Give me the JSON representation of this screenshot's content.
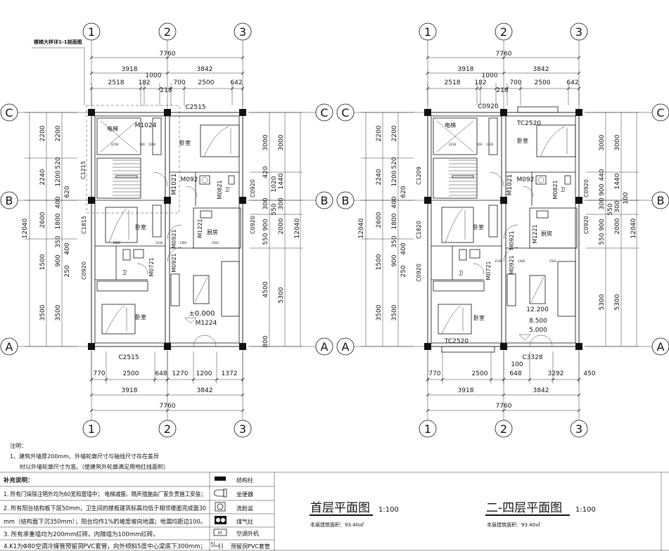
{
  "plans": [
    {
      "id": "ground-floor",
      "axis_cols": [
        "1",
        "2",
        "3"
      ],
      "axis_rows": [
        "C",
        "B",
        "A"
      ],
      "top_dims": {
        "total": "7760",
        "halves": [
          "3918",
          "3842"
        ],
        "detail": [
          "2518",
          "182",
          "1000",
          "700",
          "2500",
          "642",
          "218"
        ]
      },
      "bottom_dims": {
        "detail": [
          "770",
          "2500",
          "648",
          "1270",
          "1200",
          "1372"
        ],
        "halves": [
          "3918",
          "3842"
        ],
        "total": "7760"
      },
      "left_dims": {
        "total": "12040",
        "major": [
          "2200",
          "2240",
          "2600",
          "1500",
          "3500"
        ],
        "minor": [
          "2200",
          "520",
          "1200",
          "620",
          "400",
          "1800",
          "350",
          "400",
          "900",
          "250",
          "3500"
        ]
      },
      "right_dims": {
        "total": "12040",
        "major": [
          "3000",
          "1440",
          "300",
          "2000",
          "5300"
        ],
        "minor": [
          "3000",
          "420",
          "1020",
          "300",
          "550",
          "900",
          "550",
          "4500",
          "800"
        ]
      },
      "labels": [
        "楼梯大样详1-1剖面图",
        "C2515",
        "M1024",
        "电梯",
        "卧室",
        "M092",
        "M1021",
        "M0821",
        "卫",
        "C0920",
        "C1215",
        "C1815",
        "C0920",
        "卧室",
        "厨房",
        "M1221",
        "M0921",
        "M0921",
        "M0721",
        "卫",
        "C0920",
        "卧室",
        "±0.000",
        "M1224",
        "C2515",
        "2218",
        "200",
        "1200",
        "2800",
        "1118",
        "1300",
        "2542"
      ]
    },
    {
      "id": "upper-floors",
      "axis_cols": [
        "1",
        "2",
        "3"
      ],
      "axis_rows": [
        "C",
        "B",
        "A"
      ],
      "top_dims": {
        "total": "7760",
        "halves": [
          "3918",
          "3842"
        ],
        "detail": [
          "2518",
          "182",
          "1000",
          "700",
          "2500",
          "642",
          "218"
        ]
      },
      "bottom_dims": {
        "detail": [
          "770",
          "2500",
          "648",
          "100",
          "3292",
          "450"
        ],
        "halves": [
          "3918",
          "3842"
        ],
        "total": "7760"
      },
      "left_dims": {
        "total": "12040",
        "major": [
          "2200",
          "2240",
          "2600",
          "1500",
          "3500"
        ],
        "minor": [
          "2200",
          "520",
          "1200",
          "620",
          "400",
          "1800",
          "350",
          "400",
          "900",
          "250",
          "3500"
        ]
      },
      "right_dims": {
        "total": "12040",
        "major": [
          "3000",
          "1440",
          "100",
          "300",
          "2000",
          "5300"
        ],
        "minor": [
          "3000",
          "440",
          "900",
          "300",
          "550",
          "900",
          "550",
          "5300"
        ]
      },
      "labels": [
        "C0920",
        "TC2520",
        "电梯",
        "卧室",
        "M092",
        "M1021",
        "M0821",
        "卫",
        "C0920",
        "C1209",
        "C1820",
        "C0920",
        "卧室",
        "厨房",
        "M1221",
        "M0921",
        "M0921",
        "M0721",
        "卫",
        "C0920",
        "卧室",
        "TC2520",
        "12.200",
        "8.500",
        "5.000",
        "C3328",
        "2218",
        "200",
        "1200",
        "1118",
        "1300",
        "2542"
      ]
    }
  ],
  "notes": {
    "title": "注明：",
    "lines": [
      "1、建筑外墙厚200mm、外墙轮廓尺寸与轴线尺寸存在差异",
      "时以外墙轮廓尺寸为准。（使建筑外轮廓满足用地红线面积）"
    ]
  },
  "supplement": {
    "title": "补充说明：",
    "rows": [
      "1. 所有门垛除注明外均为60宽和居墙中； 电梯减振、隔声措施由厂家负责施工安装；",
      "2. 所有阳台结构板下层50mm，卫生间的楼板建筑标高均低于相邻楼面完成面30",
      "mm（结构面下沉350mm）；阳台均作1%的坡度坡向地漏；地漏均距边100。",
      "3. 所有承重墙均为200mm红砖。内隔墙为100mm红砖。",
      "4.K1为Φ80空调冷媒管预留洞PVC套管，向外倾斜5度中心梁底下300mm；"
    ]
  },
  "legend": [
    {
      "icon": "structural-column",
      "label": "结构柱"
    },
    {
      "icon": "toilet",
      "label": "坐便器"
    },
    {
      "icon": "washbasin",
      "label": "洗脸盆"
    },
    {
      "icon": "gas-stove",
      "label": "煤气灶"
    },
    {
      "icon": "ac-unit",
      "icon_text": "KT",
      "label": "空调外机"
    },
    {
      "icon": "pvc-sleeve",
      "icon_text": "K1",
      "label": "预留洞PVC套管"
    }
  ],
  "titles": [
    {
      "name": "首层平面图",
      "scale": "1:100",
      "area": "本层建筑面积：93.40㎡"
    },
    {
      "name": "二-四层平面图",
      "scale": "1:100",
      "area": "本层建筑面积：93.40㎡"
    }
  ]
}
